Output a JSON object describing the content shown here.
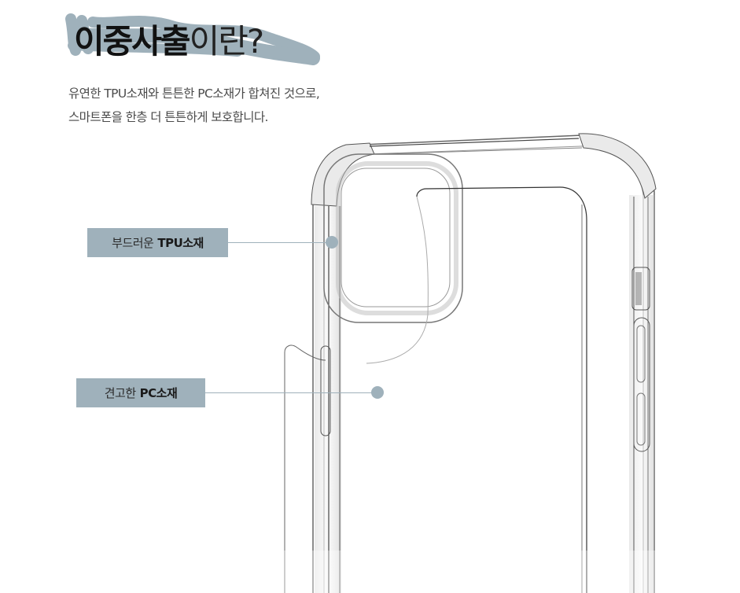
{
  "title": {
    "bold_part": "이중사출",
    "light_part": "이란?",
    "highlight_color": "#9fb1bb"
  },
  "description": {
    "lines": [
      "유연한 TPU소재와 튼튼한 PC소재가 합쳐진 것으로,",
      "스마트폰을 한층 더 튼튼하게 보호합니다."
    ]
  },
  "callouts": [
    {
      "prefix": "부드러운",
      "material": "TPU소재"
    },
    {
      "prefix": "견고한",
      "material": "PC소재"
    }
  ],
  "image": {
    "subject": "clear-phone-case-illustration"
  },
  "colors": {
    "accent": "#9fb1bb",
    "text": "#111111",
    "desc_text": "#4a4a4a"
  }
}
